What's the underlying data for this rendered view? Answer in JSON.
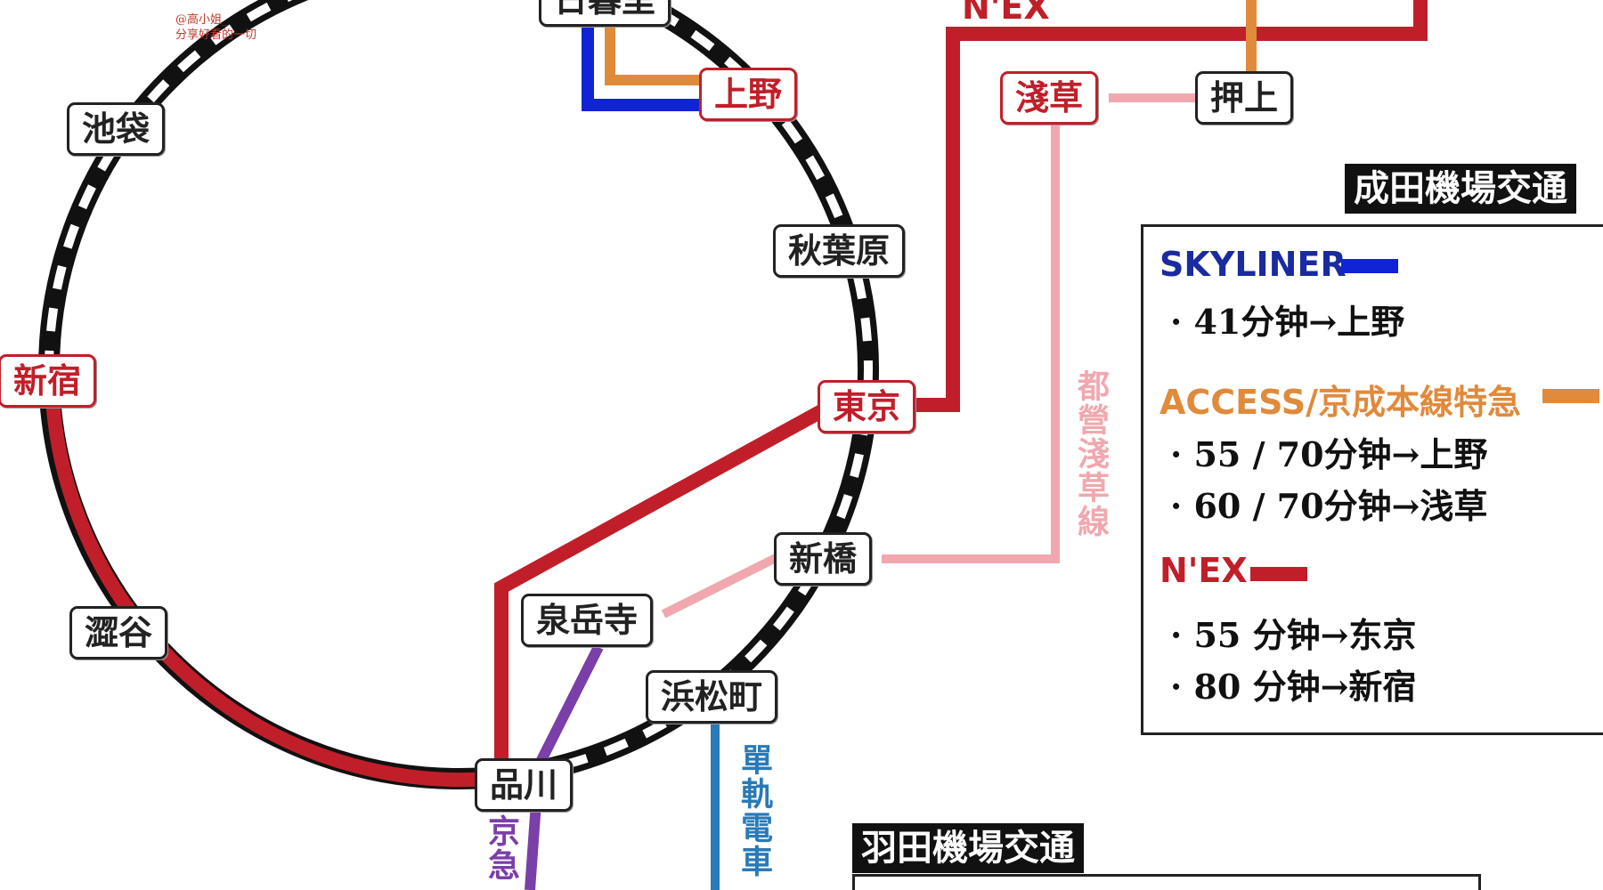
{
  "watermark": {
    "line1": "@高小姐_",
    "line2": "分享好看的一切"
  },
  "colors": {
    "skyliner": "#1024d6",
    "access": "#e08a3c",
    "nex": "#c01f2a",
    "asakusa_line": "#f0a8ae",
    "keikyu": "#7a3fa8",
    "monorail": "#2a7ab8",
    "yamanote": "#111111"
  },
  "stations": {
    "nippori": "日暮里",
    "ueno": "上野",
    "ikebukuro": "池袋",
    "akihabara": "秋葉原",
    "shinjuku": "新宿",
    "tokyo": "東京",
    "shinbashi": "新橋",
    "sengakuji": "泉岳寺",
    "shibuya": "澀谷",
    "hamamatsucho": "浜松町",
    "shinagawa": "品川",
    "asakusa": "淺草",
    "oshiage": "押上"
  },
  "line_labels": {
    "nex_top": "N'EX",
    "toei_asakusa": "都營淺草線",
    "keikyu": "京急",
    "monorail": "單軌電車"
  },
  "narita": {
    "heading": "成田機場交通",
    "skyliner": {
      "name": "SKYLINER",
      "items": [
        "· 41分钟→上野"
      ]
    },
    "access": {
      "name": "ACCESS/京成本線特急",
      "items": [
        "· 55 / 70分钟→上野",
        "· 60 / 70分钟→浅草"
      ]
    },
    "nex": {
      "name": "N'EX",
      "items": [
        "· 55 分钟→东京",
        "· 80 分钟→新宿"
      ]
    }
  },
  "haneda": {
    "heading": "羽田機場交通"
  }
}
